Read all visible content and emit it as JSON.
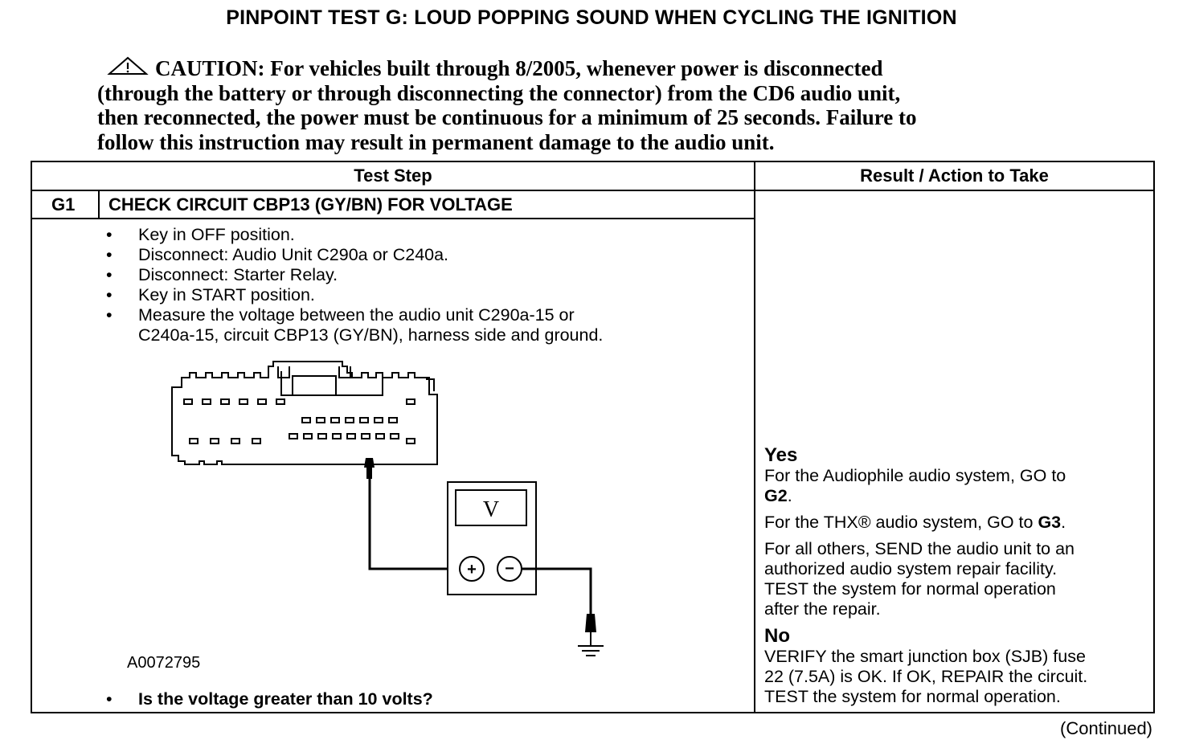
{
  "title": "PINPOINT TEST  G: LOUD POPPING SOUND WHEN CYCLING THE IGNITION",
  "caution": {
    "icon": "warning-triangle-icon",
    "lines": [
      "CAUTION: For vehicles built through 8/2005, whenever power is disconnected",
      "(through the battery or through disconnecting the connector) from the CD6 audio unit,",
      "then reconnected, the power must be continuous for a minimum of 25 seconds. Failure to",
      "follow this instruction may result in permanent damage to the audio unit."
    ]
  },
  "table": {
    "headers": {
      "test_step": "Test Step",
      "result_action": "Result / Action to Take"
    },
    "step": {
      "id": "G1",
      "title": "CHECK CIRCUIT CBP13 (GY/BN) FOR VOLTAGE",
      "bullets": [
        "Key in OFF position.",
        "Disconnect: Audio Unit C290a or C240a.",
        "Disconnect: Starter Relay.",
        "Key in START position.",
        "Measure the voltage between the audio unit C290a-15 or",
        "C240a-15, circuit CBP13 (GY/BN), harness side and ground."
      ],
      "figure": {
        "id": "A0072795",
        "meter_symbol": "V",
        "plus": "+",
        "minus": "−"
      },
      "question": "Is the voltage greater than 10 volts?"
    },
    "result": {
      "yes_label": "Yes",
      "yes_1a": "For the Audiophile audio system, GO to",
      "yes_1b": "G2",
      "yes_2a": "For the THX® audio system, GO to ",
      "yes_2b": "G3",
      "yes_3": [
        "For all others, SEND the audio unit to an",
        "authorized audio system repair facility.",
        "TEST the system for normal operation",
        "after the repair."
      ],
      "no_label": "No",
      "no_text": [
        "VERIFY the smart junction box (SJB) fuse",
        "22 (7.5A) is OK. If OK, REPAIR the circuit.",
        "TEST the system for normal operation."
      ]
    }
  },
  "continued": "(Continued)"
}
